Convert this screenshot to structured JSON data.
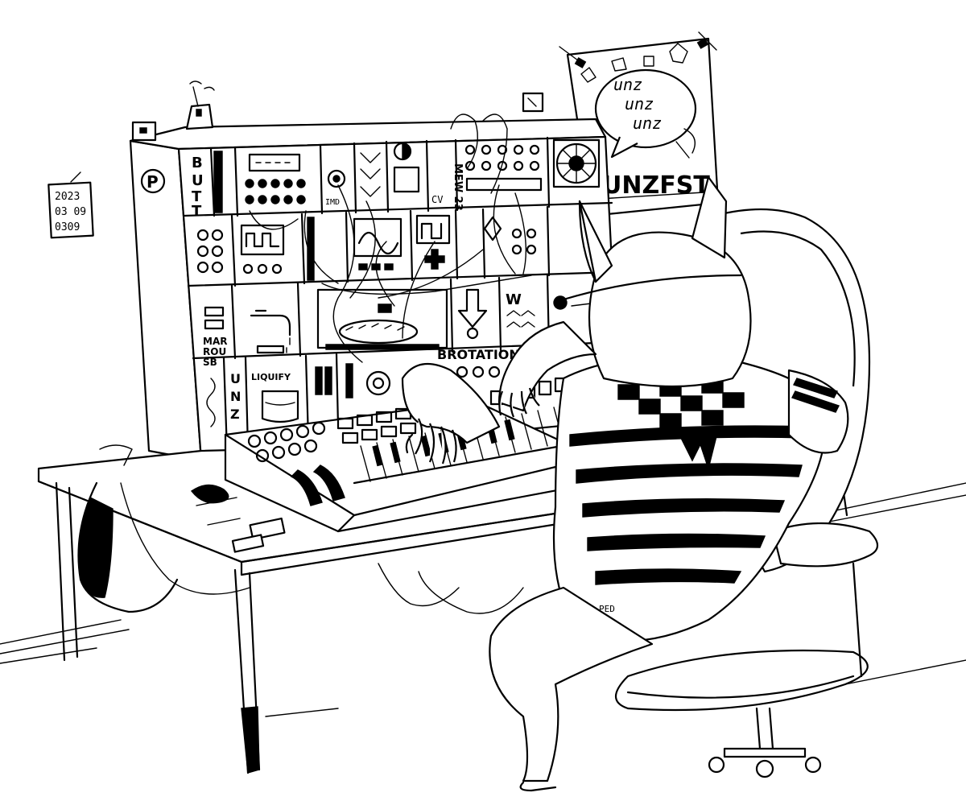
{
  "date_note": {
    "line1": "2023",
    "line2": "03 09",
    "line3": "0309"
  },
  "rack_label": "P",
  "module_texts": {
    "butt": [
      "B",
      "U",
      "T",
      "T"
    ],
    "mew": "MEW 23",
    "cv": "CV",
    "marrou": [
      "MAR",
      "ROU",
      "SB"
    ],
    "liquify": "LIQUIFY",
    "unz_vertical": [
      "U",
      "N",
      "Z"
    ],
    "brotation": "BROTATION",
    "pedal_tag": "PED",
    "switch_tag": "IMD"
  },
  "poster": {
    "bubble_lines": [
      "unz",
      "unz",
      "unz"
    ],
    "banner": "UNZFST"
  },
  "colors": {
    "ink": "#000000",
    "paper": "#ffffff"
  }
}
